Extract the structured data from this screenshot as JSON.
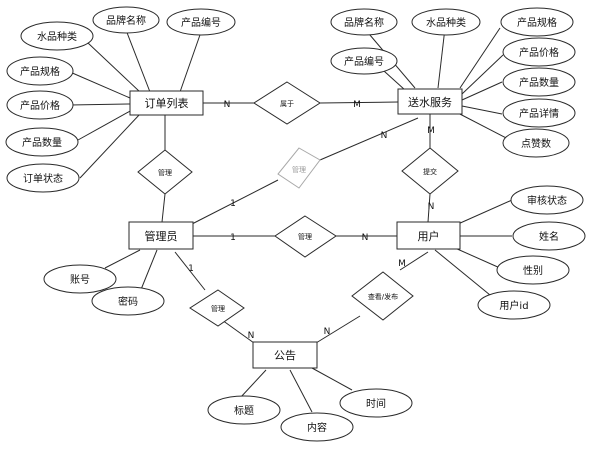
{
  "entities": {
    "order_list": "订单列表",
    "delivery_service": "送水服务",
    "admin": "管理员",
    "user": "用户",
    "notice": "公告"
  },
  "attributes": {
    "order_list": [
      "水品种类",
      "品牌名称",
      "产品编号",
      "产品规格",
      "产品价格",
      "产品数量",
      "订单状态"
    ],
    "delivery_service": [
      "品牌名称",
      "水品种类",
      "产品规格",
      "产品编号",
      "产品价格",
      "产品数量",
      "产品详情",
      "点赞数"
    ],
    "admin": [
      "账号",
      "密码"
    ],
    "user": [
      "审核状态",
      "姓名",
      "性别",
      "用户id"
    ],
    "notice": [
      "标题",
      "内容",
      "时间"
    ]
  },
  "relationships": {
    "belongs": "属于",
    "manage_order": "管理",
    "manage_service": "管理",
    "manage_user": "管理",
    "manage_notice": "管理",
    "submit": "提交",
    "view_publish": "查看/发布"
  },
  "cardinalities": {
    "belongs_left": "N",
    "belongs_right": "M",
    "service_faded": "N",
    "admin_faded": "1",
    "admin_user": "1",
    "user_admin": "N",
    "submit_top": "M",
    "submit_bottom": "N",
    "admin_notice": "1",
    "notice_admin": "N",
    "user_notice": "M",
    "notice_user": "N"
  }
}
